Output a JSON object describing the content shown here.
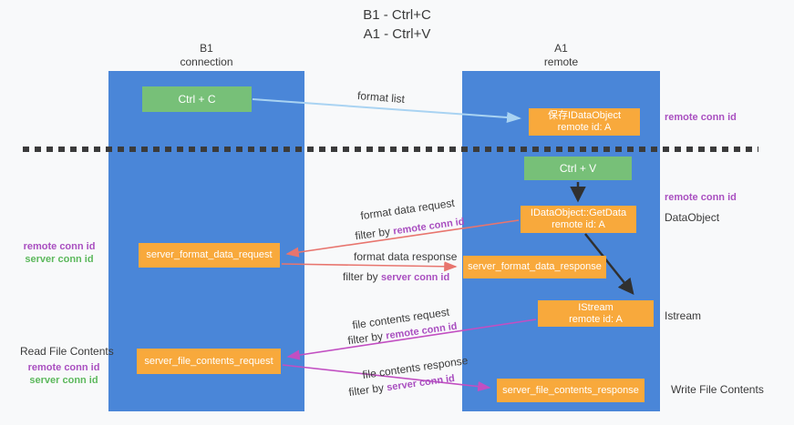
{
  "title": {
    "line1": "B1 - Ctrl+C",
    "line2": "A1 - Ctrl+V"
  },
  "lifelines": {
    "left": {
      "name": "B1",
      "role": "connection"
    },
    "right": {
      "name": "A1",
      "role": "remote"
    }
  },
  "nodes": {
    "ctrl_c": {
      "label": "Ctrl + C"
    },
    "ctrl_v": {
      "label": "Ctrl + V"
    },
    "save_idataobject": {
      "line1": "保存IDataObject",
      "line2": "remote id: A"
    },
    "getdata": {
      "line1": "IDataObject::GetData",
      "line2": "remote id: A"
    },
    "istream": {
      "line1": "IStream",
      "line2": "remote id: A"
    },
    "format_request": {
      "label": "server_format_data_request"
    },
    "format_response": {
      "label": "server_format_data_response"
    },
    "file_request": {
      "label": "server_file_contents_request"
    },
    "file_response": {
      "label": "server_file_contents_response"
    }
  },
  "flow_labels": {
    "format_list": "format list",
    "format_request": "format data request",
    "format_request_filter": {
      "prefix": "filter by ",
      "key": "remote conn id"
    },
    "format_response": "format data response",
    "format_response_filter": {
      "prefix": "filter by ",
      "key": "server conn id"
    },
    "file_request": "file contents request",
    "file_request_filter": {
      "prefix": "filter by ",
      "key": "remote conn id"
    },
    "file_response": "file contents response",
    "file_response_filter": {
      "prefix": "filter by ",
      "key": "server conn id"
    }
  },
  "side_labels": {
    "right_save_conn": "remote conn id",
    "right_getdata_conn": "remote conn id",
    "right_dataobject": "DataObject",
    "right_istream": "Istream",
    "right_write_file": "Write File Contents",
    "left_format_remote": "remote conn id",
    "left_format_server": "server conn id",
    "left_read_file": "Read File Contents",
    "left_file_remote": "remote conn id",
    "left_file_server": "server conn id"
  },
  "colors": {
    "lifeline_blue": "#4a86d8",
    "box_green": "#77c078",
    "box_orange": "#f8a93c",
    "conn_purple": "#a94fc0",
    "conn_green": "#5cb85c",
    "arrow_salmon": "#e8756e",
    "arrow_magenta": "#c24fc2",
    "arrow_lightblue": "#a9d3f2",
    "arrow_black": "#303030"
  }
}
